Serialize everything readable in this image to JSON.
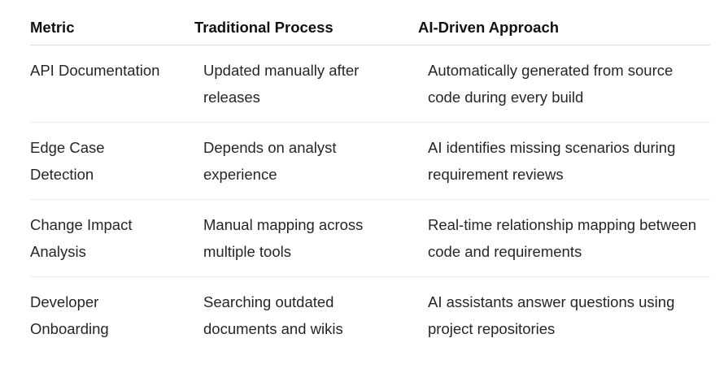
{
  "table": {
    "headers": {
      "metric": "Metric",
      "traditional": "Traditional Process",
      "ai": "AI-Driven Approach"
    },
    "rows": [
      {
        "metric": [
          "API Documentation"
        ],
        "traditional": [
          "Updated manually after",
          "releases"
        ],
        "ai": [
          "Automatically generated from source",
          "code during every build"
        ]
      },
      {
        "metric": [
          "Edge Case",
          "Detection"
        ],
        "traditional": [
          "Depends on analyst",
          "experience"
        ],
        "ai": [
          "AI identifies missing scenarios during",
          "requirement reviews"
        ]
      },
      {
        "metric": [
          "Change Impact",
          "Analysis"
        ],
        "traditional": [
          "Manual mapping across",
          "multiple tools"
        ],
        "ai": [
          "Real-time relationship mapping between",
          "code and requirements"
        ]
      },
      {
        "metric": [
          "Developer",
          "Onboarding"
        ],
        "traditional": [
          "Searching outdated",
          "documents and wikis"
        ],
        "ai": [
          "AI assistants answer questions using",
          "project repositories"
        ]
      }
    ]
  }
}
